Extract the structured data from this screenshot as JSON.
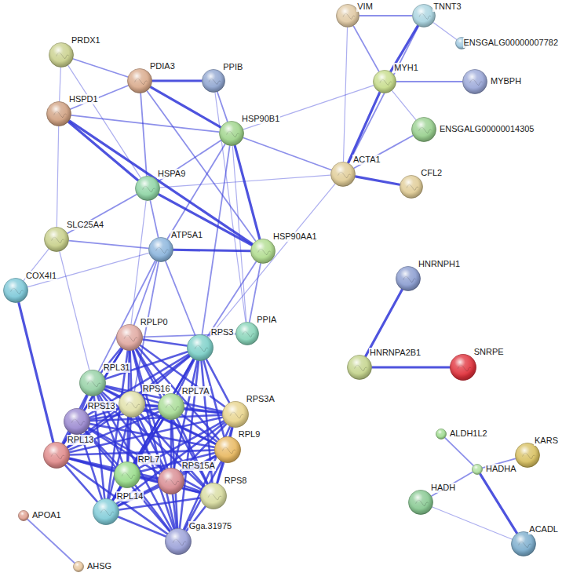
{
  "diagram": {
    "nodes": [
      {
        "text": [
          "PRDX1"
        ]
      },
      {
        "text": [
          "PDIA3"
        ]
      },
      {
        "text": [
          "PPIB"
        ]
      },
      {
        "text": [
          "VIM"
        ]
      },
      {
        "text": [
          "TNNT3"
        ]
      },
      {
        "text": [
          "ENSGALG00000007782"
        ]
      },
      {
        "text": [
          "HSPD1"
        ]
      },
      {
        "text": [
          "MYH1"
        ]
      },
      {
        "text": [
          "MYBPH"
        ]
      },
      {
        "text": [
          "HSP90B1"
        ]
      },
      {
        "text": [
          "ENSGALG00000014305"
        ]
      },
      {
        "text": [
          "ACTA1"
        ]
      },
      {
        "text": [
          "CFL2"
        ]
      },
      {
        "text": [
          "HSPA9"
        ]
      },
      {
        "text": [
          "SLC25A4"
        ]
      },
      {
        "text": [
          "ATP5A1"
        ]
      },
      {
        "text": [
          "HSP90AA1"
        ]
      },
      {
        "text": [
          "COX4I1"
        ]
      },
      {
        "text": [
          "HNRNPH1"
        ]
      },
      {
        "text": [
          "RPLP0"
        ]
      },
      {
        "text": [
          "PPIA"
        ]
      },
      {
        "text": [
          "RPS3"
        ]
      },
      {
        "text": [
          "RPL31"
        ]
      },
      {
        "text": [
          "HNRNPA2B1"
        ]
      },
      {
        "text": [
          "SNRPE"
        ]
      },
      {
        "text": [
          "RPS16"
        ]
      },
      {
        "text": [
          "RPL7A"
        ]
      },
      {
        "text": [
          "RPS3A"
        ]
      },
      {
        "text": [
          "RPS13"
        ]
      },
      {
        "text": [
          "RPL13"
        ]
      },
      {
        "text": [
          "RPL9"
        ]
      },
      {
        "text": [
          "ALDH1L2"
        ]
      },
      {
        "text": [
          "KARS"
        ]
      },
      {
        "text": [
          "HADHA"
        ]
      },
      {
        "text": [
          "RPL7"
        ]
      },
      {
        "text": [
          "RPS15A"
        ]
      },
      {
        "text": [
          "RPS8"
        ]
      },
      {
        "text": [
          "HADH"
        ]
      },
      {
        "text": [
          "APOA1"
        ]
      },
      {
        "text": [
          "RPL14"
        ]
      },
      {
        "text": [
          "Gga.31975"
        ]
      },
      {
        "text": [
          "ACADL"
        ]
      },
      {
        "text": [
          "AHSG"
        ]
      }
    ],
    "edges": [
      {
        "from": 0,
        "to": 6,
        "arrow": "none"
      },
      {
        "from": 0,
        "to": 1,
        "arrow": "none"
      },
      {
        "from": 0,
        "to": 13,
        "arrow": "none"
      },
      {
        "from": 6,
        "to": 1,
        "arrow": "none"
      },
      {
        "from": 6,
        "to": 9,
        "arrow": "none"
      },
      {
        "from": 6,
        "to": 13,
        "arrow": "none"
      },
      {
        "from": 6,
        "to": 16,
        "arrow": "none"
      },
      {
        "from": 6,
        "to": 14,
        "arrow": "none"
      },
      {
        "from": 1,
        "to": 2,
        "arrow": "none"
      },
      {
        "from": 1,
        "to": 9,
        "arrow": "none"
      },
      {
        "from": 1,
        "to": 13,
        "arrow": "none"
      },
      {
        "from": 1,
        "to": 16,
        "arrow": "none"
      },
      {
        "from": 2,
        "to": 9,
        "arrow": "none"
      },
      {
        "from": 2,
        "to": 20,
        "arrow": "none"
      },
      {
        "from": 9,
        "to": 13,
        "arrow": "none"
      },
      {
        "from": 9,
        "to": 16,
        "arrow": "none"
      },
      {
        "from": 9,
        "to": 15,
        "arrow": "none"
      },
      {
        "from": 9,
        "to": 21,
        "arrow": "none"
      },
      {
        "from": 9,
        "to": 11,
        "arrow": "none"
      },
      {
        "from": 9,
        "to": 7,
        "arrow": "none"
      },
      {
        "from": 9,
        "to": 20,
        "arrow": "none"
      },
      {
        "from": 13,
        "to": 16,
        "arrow": "none"
      },
      {
        "from": 13,
        "to": 15,
        "arrow": "none"
      },
      {
        "from": 13,
        "to": 14,
        "arrow": "none"
      },
      {
        "from": 13,
        "to": 11,
        "arrow": "none"
      },
      {
        "from": 13,
        "to": 19,
        "arrow": "none"
      },
      {
        "from": 15,
        "to": 16,
        "arrow": "none"
      },
      {
        "from": 15,
        "to": 14,
        "arrow": "none"
      },
      {
        "from": 15,
        "to": 17,
        "arrow": "none"
      },
      {
        "from": 15,
        "to": 19,
        "arrow": "none"
      },
      {
        "from": 15,
        "to": 21,
        "arrow": "none"
      },
      {
        "from": 15,
        "to": 22,
        "arrow": "none"
      },
      {
        "from": 15,
        "to": 25,
        "arrow": "none"
      },
      {
        "from": 16,
        "to": 21,
        "arrow": "none"
      },
      {
        "from": 16,
        "to": 20,
        "arrow": "none"
      },
      {
        "from": 14,
        "to": 17,
        "arrow": "none"
      },
      {
        "from": 14,
        "to": 22,
        "arrow": "none"
      },
      {
        "from": 17,
        "to": 29,
        "arrow": "none"
      },
      {
        "from": 19,
        "to": 20,
        "arrow": "none"
      },
      {
        "from": 21,
        "to": 11,
        "arrow": "none"
      },
      {
        "from": 3,
        "to": 4,
        "arrow": "none"
      },
      {
        "from": 3,
        "to": 7,
        "arrow": "none"
      },
      {
        "from": 3,
        "to": 11,
        "arrow": "none"
      },
      {
        "from": 4,
        "to": 7,
        "arrow": "none"
      },
      {
        "from": 4,
        "to": 5,
        "arrow": "none"
      },
      {
        "from": 4,
        "to": 11,
        "arrow": "none"
      },
      {
        "from": 7,
        "to": 8,
        "arrow": "none"
      },
      {
        "from": 7,
        "to": 10,
        "arrow": "none"
      },
      {
        "from": 7,
        "to": 11,
        "arrow": "none"
      },
      {
        "from": 11,
        "to": 12,
        "arrow": "none"
      },
      {
        "from": 11,
        "to": 10,
        "arrow": "none"
      },
      {
        "from": 18,
        "to": 23,
        "arrow": "none"
      },
      {
        "from": 23,
        "to": 24,
        "arrow": "none"
      },
      {
        "from": 31,
        "to": 33,
        "arrow": "none"
      },
      {
        "from": 32,
        "to": 33,
        "arrow": "none"
      },
      {
        "from": 33,
        "to": 37,
        "arrow": "none"
      },
      {
        "from": 33,
        "to": 41,
        "arrow": "none"
      },
      {
        "from": 37,
        "to": 41,
        "arrow": "none"
      },
      {
        "from": 38,
        "to": 42,
        "arrow": "none"
      },
      {
        "from": 19,
        "to": 21,
        "arrow": "none"
      },
      {
        "from": 19,
        "to": 22,
        "arrow": "none"
      },
      {
        "from": 19,
        "to": 25,
        "arrow": "none"
      },
      {
        "from": 19,
        "to": 26,
        "arrow": "none"
      },
      {
        "from": 19,
        "to": 27,
        "arrow": "none"
      },
      {
        "from": 19,
        "to": 28,
        "arrow": "none"
      },
      {
        "from": 19,
        "to": 29,
        "arrow": "none"
      },
      {
        "from": 19,
        "to": 30,
        "arrow": "none"
      },
      {
        "from": 19,
        "to": 34,
        "arrow": "none"
      },
      {
        "from": 19,
        "to": 35,
        "arrow": "none"
      },
      {
        "from": 19,
        "to": 36,
        "arrow": "none"
      },
      {
        "from": 19,
        "to": 39,
        "arrow": "none"
      },
      {
        "from": 19,
        "to": 40,
        "arrow": "none"
      },
      {
        "from": 21,
        "to": 22,
        "arrow": "none"
      },
      {
        "from": 21,
        "to": 25,
        "arrow": "none"
      },
      {
        "from": 21,
        "to": 26,
        "arrow": "none"
      },
      {
        "from": 21,
        "to": 27,
        "arrow": "none"
      },
      {
        "from": 21,
        "to": 28,
        "arrow": "none"
      },
      {
        "from": 21,
        "to": 29,
        "arrow": "none"
      },
      {
        "from": 21,
        "to": 30,
        "arrow": "none"
      },
      {
        "from": 21,
        "to": 34,
        "arrow": "none"
      },
      {
        "from": 21,
        "to": 35,
        "arrow": "none"
      },
      {
        "from": 21,
        "to": 36,
        "arrow": "none"
      },
      {
        "from": 21,
        "to": 39,
        "arrow": "none"
      },
      {
        "from": 21,
        "to": 40,
        "arrow": "none"
      },
      {
        "from": 22,
        "to": 25,
        "arrow": "none"
      },
      {
        "from": 22,
        "to": 26,
        "arrow": "none"
      },
      {
        "from": 22,
        "to": 27,
        "arrow": "none"
      },
      {
        "from": 22,
        "to": 28,
        "arrow": "none"
      },
      {
        "from": 22,
        "to": 29,
        "arrow": "none"
      },
      {
        "from": 22,
        "to": 30,
        "arrow": "none"
      },
      {
        "from": 22,
        "to": 34,
        "arrow": "none"
      },
      {
        "from": 22,
        "to": 35,
        "arrow": "none"
      },
      {
        "from": 22,
        "to": 36,
        "arrow": "none"
      },
      {
        "from": 22,
        "to": 39,
        "arrow": "none"
      },
      {
        "from": 22,
        "to": 40,
        "arrow": "none"
      },
      {
        "from": 25,
        "to": 26,
        "arrow": "none"
      },
      {
        "from": 25,
        "to": 27,
        "arrow": "none"
      },
      {
        "from": 25,
        "to": 28,
        "arrow": "none"
      },
      {
        "from": 25,
        "to": 29,
        "arrow": "none"
      },
      {
        "from": 25,
        "to": 30,
        "arrow": "none"
      },
      {
        "from": 25,
        "to": 34,
        "arrow": "none"
      },
      {
        "from": 25,
        "to": 35,
        "arrow": "none"
      },
      {
        "from": 25,
        "to": 36,
        "arrow": "none"
      },
      {
        "from": 25,
        "to": 39,
        "arrow": "none"
      },
      {
        "from": 25,
        "to": 40,
        "arrow": "none"
      },
      {
        "from": 26,
        "to": 27,
        "arrow": "none"
      },
      {
        "from": 26,
        "to": 28,
        "arrow": "none"
      },
      {
        "from": 26,
        "to": 29,
        "arrow": "none"
      },
      {
        "from": 26,
        "to": 30,
        "arrow": "none"
      },
      {
        "from": 26,
        "to": 34,
        "arrow": "none"
      },
      {
        "from": 26,
        "to": 35,
        "arrow": "none"
      },
      {
        "from": 26,
        "to": 36,
        "arrow": "none"
      },
      {
        "from": 26,
        "to": 39,
        "arrow": "none"
      },
      {
        "from": 26,
        "to": 40,
        "arrow": "none"
      },
      {
        "from": 27,
        "to": 28,
        "arrow": "none"
      },
      {
        "from": 27,
        "to": 29,
        "arrow": "none"
      },
      {
        "from": 27,
        "to": 30,
        "arrow": "none"
      },
      {
        "from": 27,
        "to": 34,
        "arrow": "none"
      },
      {
        "from": 27,
        "to": 35,
        "arrow": "none"
      },
      {
        "from": 27,
        "to": 36,
        "arrow": "none"
      },
      {
        "from": 27,
        "to": 39,
        "arrow": "none"
      },
      {
        "from": 27,
        "to": 40,
        "arrow": "none"
      },
      {
        "from": 28,
        "to": 29,
        "arrow": "none"
      },
      {
        "from": 28,
        "to": 30,
        "arrow": "none"
      },
      {
        "from": 28,
        "to": 34,
        "arrow": "none"
      },
      {
        "from": 28,
        "to": 35,
        "arrow": "none"
      },
      {
        "from": 28,
        "to": 36,
        "arrow": "none"
      },
      {
        "from": 28,
        "to": 39,
        "arrow": "none"
      },
      {
        "from": 28,
        "to": 40,
        "arrow": "none"
      },
      {
        "from": 29,
        "to": 30,
        "arrow": "none"
      },
      {
        "from": 29,
        "to": 34,
        "arrow": "none"
      },
      {
        "from": 29,
        "to": 35,
        "arrow": "none"
      },
      {
        "from": 29,
        "to": 36,
        "arrow": "none"
      },
      {
        "from": 29,
        "to": 39,
        "arrow": "none"
      },
      {
        "from": 29,
        "to": 40,
        "arrow": "none"
      },
      {
        "from": 30,
        "to": 34,
        "arrow": "none"
      },
      {
        "from": 30,
        "to": 35,
        "arrow": "none"
      },
      {
        "from": 30,
        "to": 36,
        "arrow": "none"
      },
      {
        "from": 30,
        "to": 39,
        "arrow": "none"
      },
      {
        "from": 30,
        "to": 40,
        "arrow": "none"
      },
      {
        "from": 34,
        "to": 35,
        "arrow": "none"
      },
      {
        "from": 34,
        "to": 36,
        "arrow": "none"
      },
      {
        "from": 34,
        "to": 39,
        "arrow": "none"
      },
      {
        "from": 34,
        "to": 40,
        "arrow": "none"
      },
      {
        "from": 35,
        "to": 36,
        "arrow": "none"
      },
      {
        "from": 35,
        "to": 39,
        "arrow": "none"
      },
      {
        "from": 35,
        "to": 40,
        "arrow": "none"
      },
      {
        "from": 36,
        "to": 39,
        "arrow": "none"
      },
      {
        "from": 36,
        "to": 40,
        "arrow": "none"
      },
      {
        "from": 39,
        "to": 40,
        "arrow": "none"
      }
    ]
  }
}
